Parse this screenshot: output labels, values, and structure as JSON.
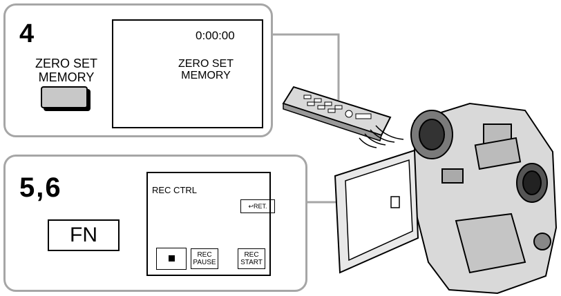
{
  "step4": {
    "number": "4",
    "button_label_line1": "ZERO SET",
    "button_label_line2": "MEMORY",
    "screen": {
      "counter": "0:00:00",
      "flash_line1": "ZERO SET",
      "flash_line2": "MEMORY"
    }
  },
  "step56": {
    "number": "5,6",
    "fn_button": "FN",
    "screen": {
      "title": "REC CTRL",
      "ret_button": "↩RET.",
      "pause_line1": "REC",
      "pause_line2": "PAUSE",
      "start_line1": "REC",
      "start_line2": "START"
    }
  },
  "icons": [
    "remote-control-icon",
    "camcorder-icon",
    "stop-icon",
    "return-arrow-icon"
  ],
  "colors": {
    "panel_border": "#a6a6a6",
    "button_fill": "#c8c8c8",
    "device_fill": "#d9d9d9"
  }
}
